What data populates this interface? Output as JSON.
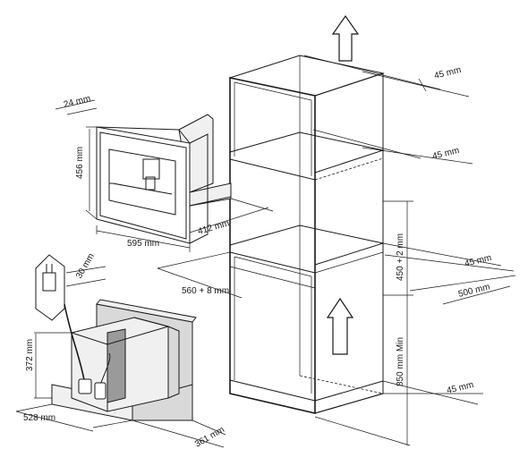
{
  "labels": {
    "dim_24": "24 mm",
    "dim_456": "456 mm",
    "dim_595": "595 mm",
    "dim_412": "412 mm",
    "dim_560": "560 + 8 mm",
    "dim_30": "30 mm",
    "dim_372": "372 mm",
    "dim_528": "528 mm",
    "dim_361": "361 mm",
    "dim_45_top": "45 mm",
    "dim_45_mid": "45 mm",
    "dim_45_right": "45 mm",
    "dim_45_bottom": "45 mm",
    "dim_450": "450 + 2 mm",
    "dim_500": "500 mm",
    "dim_850": "850 mm Min"
  },
  "colors": {
    "line": "#1a1a1a",
    "panel_light": "#f0f0f0",
    "panel_mid": "#d9d9d9",
    "panel_dark": "#9a9a9a"
  }
}
